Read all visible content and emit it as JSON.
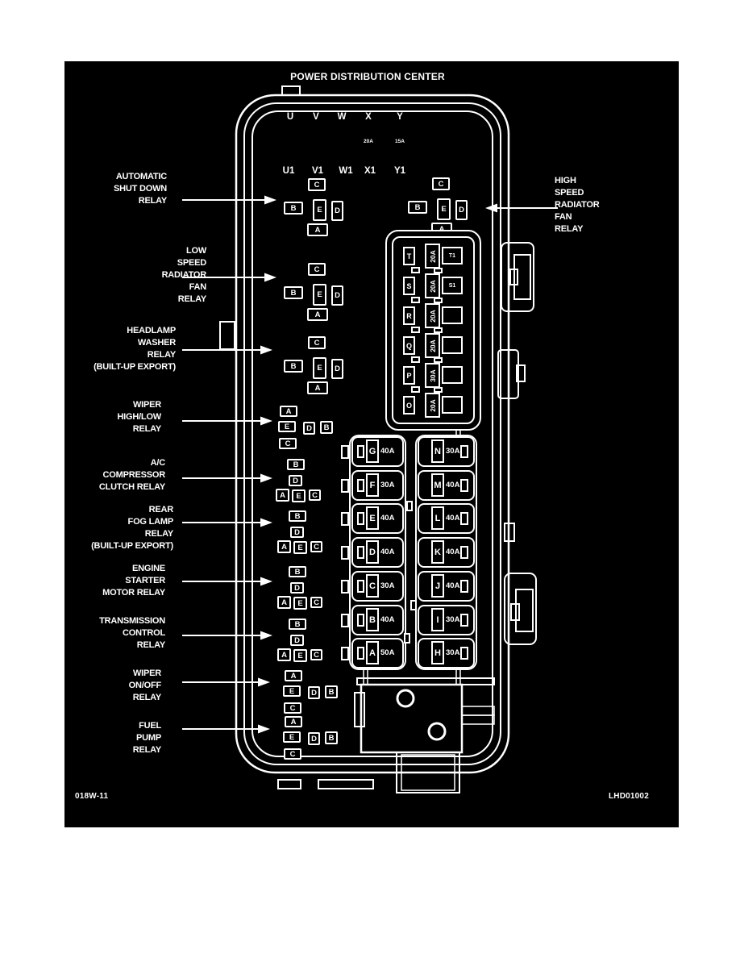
{
  "title": "POWER DISTRIBUTION CENTER",
  "footer": {
    "left_code": "018W-11",
    "right_code": "LHD01002"
  },
  "colors": {
    "background": "#000000",
    "ink": "#ffffff"
  },
  "top_connector": {
    "cavity_row": [
      "U",
      "V",
      "W",
      "X",
      "Y"
    ],
    "cavity_ratings": [
      "",
      "",
      "",
      "20A",
      "15A"
    ],
    "terminal_row": [
      "U1",
      "V1",
      "W1",
      "X1",
      "Y1"
    ]
  },
  "callouts": [
    {
      "id": "asd",
      "side": "left",
      "text": "AUTOMATIC\nSHUT DOWN\nRELAY"
    },
    {
      "id": "low-speed-fan",
      "side": "left",
      "text": "LOW\nSPEED\nRADIATOR\nFAN\nRELAY"
    },
    {
      "id": "headlamp-washer",
      "side": "left",
      "text": "HEADLAMP\nWASHER\nRELAY\n(BUILT-UP EXPORT)"
    },
    {
      "id": "wiper-high-low",
      "side": "left",
      "text": "WIPER\nHIGH/LOW\nRELAY"
    },
    {
      "id": "ac-clutch",
      "side": "left",
      "text": "A/C\nCOMPRESSOR\nCLUTCH RELAY"
    },
    {
      "id": "rear-fog",
      "side": "left",
      "text": "REAR\nFOG LAMP\nRELAY\n(BUILT-UP EXPORT)"
    },
    {
      "id": "starter",
      "side": "left",
      "text": "ENGINE\nSTARTER\nMOTOR RELAY"
    },
    {
      "id": "trans",
      "side": "left",
      "text": "TRANSMISSION\nCONTROL\nRELAY"
    },
    {
      "id": "wiper-onoff",
      "side": "left",
      "text": "WIPER\nON/OFF\nRELAY"
    },
    {
      "id": "fuel-pump",
      "side": "left",
      "text": "FUEL\nPUMP\nRELAY"
    },
    {
      "id": "high-speed-fan",
      "side": "right",
      "text": "HIGH\nSPEED\nRADIATOR\nFAN\nRELAY"
    }
  ],
  "relay_sockets": [
    {
      "id": "asd-socket",
      "type": "mini",
      "pins": [
        "C",
        "B",
        "E",
        "D",
        "A"
      ]
    },
    {
      "id": "high-speed-fan-socket",
      "type": "mini",
      "pins": [
        "C",
        "B",
        "E",
        "D",
        "A"
      ]
    },
    {
      "id": "low-speed-fan-socket",
      "type": "mini",
      "pins": [
        "C",
        "B",
        "E",
        "D",
        "A"
      ]
    },
    {
      "id": "headlamp-washer-socket",
      "type": "mini",
      "pins": [
        "C",
        "B",
        "E",
        "D",
        "A"
      ]
    },
    {
      "id": "wiper-high-low-socket",
      "type": "micro",
      "pins": [
        "A",
        "E",
        "D",
        "B",
        "C"
      ]
    },
    {
      "id": "ac-clutch-socket",
      "type": "iso",
      "pins": [
        "B",
        "D",
        "A",
        "E",
        "C"
      ]
    },
    {
      "id": "rear-fog-socket",
      "type": "iso",
      "pins": [
        "B",
        "D",
        "A",
        "E",
        "C"
      ]
    },
    {
      "id": "starter-socket",
      "type": "iso",
      "pins": [
        "B",
        "D",
        "A",
        "E",
        "C"
      ]
    },
    {
      "id": "trans-socket",
      "type": "iso",
      "pins": [
        "B",
        "D",
        "A",
        "E",
        "C"
      ]
    },
    {
      "id": "wiper-onoff-socket",
      "type": "micro",
      "pins": [
        "A",
        "E",
        "D",
        "B",
        "C"
      ]
    },
    {
      "id": "fuel-pump-socket",
      "type": "micro",
      "pins": [
        "A",
        "E",
        "D",
        "B",
        "C"
      ]
    }
  ],
  "mini_fuse_column": {
    "rows": [
      {
        "slot": "T",
        "rating": "20A",
        "terminal": "T1"
      },
      {
        "slot": "S",
        "rating": "20A",
        "terminal": "S1"
      },
      {
        "slot": "R",
        "rating": "20A",
        "terminal": ""
      },
      {
        "slot": "Q",
        "rating": "20A",
        "terminal": ""
      },
      {
        "slot": "P",
        "rating": "30A",
        "terminal": ""
      },
      {
        "slot": "O",
        "rating": "20A",
        "terminal": ""
      }
    ]
  },
  "maxi_fuse_block": {
    "left_column": [
      {
        "slot": "G",
        "rating": "40A"
      },
      {
        "slot": "F",
        "rating": "30A"
      },
      {
        "slot": "E",
        "rating": "40A"
      },
      {
        "slot": "D",
        "rating": "40A"
      },
      {
        "slot": "C",
        "rating": "30A"
      },
      {
        "slot": "B",
        "rating": "40A"
      },
      {
        "slot": "A",
        "rating": "50A"
      }
    ],
    "right_column": [
      {
        "slot": "N",
        "rating": "30A"
      },
      {
        "slot": "M",
        "rating": "40A"
      },
      {
        "slot": "L",
        "rating": "40A"
      },
      {
        "slot": "K",
        "rating": "40A"
      },
      {
        "slot": "J",
        "rating": "40A"
      },
      {
        "slot": "I",
        "rating": "30A"
      },
      {
        "slot": "H",
        "rating": "30A"
      }
    ]
  }
}
